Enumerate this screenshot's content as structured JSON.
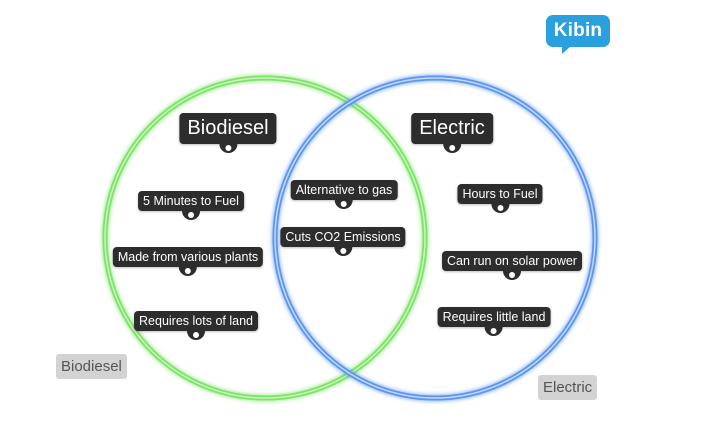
{
  "logo": {
    "text": "Kibin"
  },
  "sets": {
    "left": {
      "title": "Biodiesel",
      "corner_label": "Biodiesel",
      "color": "#7ee36a"
    },
    "right": {
      "title": "Electric",
      "corner_label": "Electric",
      "color": "#5b96f0"
    }
  },
  "items": {
    "left": [
      "5 Minutes to Fuel",
      "Made from various plants",
      "Requires lots of land"
    ],
    "both": [
      "Alternative to gas",
      "Cuts CO2 Emissions"
    ],
    "right": [
      "Hours to Fuel",
      "Can run on solar power",
      "Requires little land"
    ]
  }
}
